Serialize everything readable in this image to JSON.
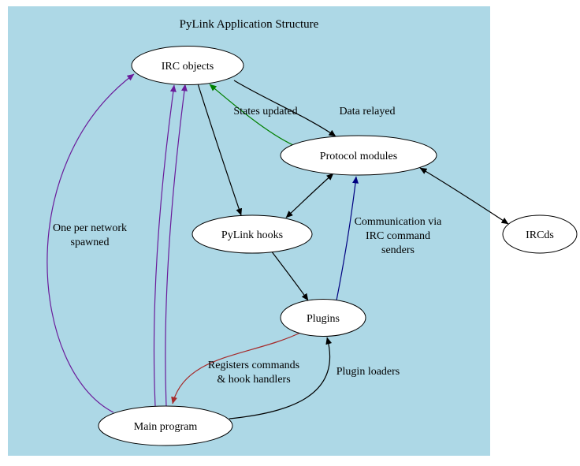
{
  "title": "PyLink Application Structure",
  "nodes": {
    "irc_objects": {
      "label": "IRC objects"
    },
    "protocol_modules": {
      "label": "Protocol modules"
    },
    "pylink_hooks": {
      "label": "PyLink hooks"
    },
    "plugins": {
      "label": "Plugins"
    },
    "main_program": {
      "label": "Main program"
    },
    "ircds": {
      "label": "IRCds"
    }
  },
  "edge_labels": {
    "states_updated": {
      "text": "States updated",
      "color": "#008000"
    },
    "data_relayed": {
      "text": "Data relayed",
      "color": "#000000"
    },
    "one_per_network": {
      "lines": [
        "One per network",
        "spawned"
      ],
      "color": "#6a1b9a"
    },
    "communication_via": {
      "lines": [
        "Communication via",
        "IRC command",
        "senders"
      ],
      "color": "#000080"
    },
    "registers_commands": {
      "lines": [
        "Registers commands",
        "& hook handlers"
      ],
      "color": "#a52a2a"
    },
    "plugin_loaders": {
      "text": "Plugin loaders",
      "color": "#000000"
    }
  },
  "edges": [
    {
      "from": "IRC objects",
      "to": "Protocol modules",
      "label": "Data relayed",
      "color": "#000000",
      "bidirectional": false
    },
    {
      "from": "Protocol modules",
      "to": "IRC objects",
      "label": "States updated",
      "color": "#008000",
      "bidirectional": false
    },
    {
      "from": "IRC objects",
      "to": "PyLink hooks",
      "label": "",
      "color": "#000000",
      "bidirectional": false
    },
    {
      "from": "Protocol modules",
      "to": "PyLink hooks",
      "label": "",
      "color": "#000000",
      "bidirectional": true
    },
    {
      "from": "PyLink hooks",
      "to": "Plugins",
      "label": "",
      "color": "#000000",
      "bidirectional": false
    },
    {
      "from": "Protocol modules",
      "to": "IRCds",
      "label": "",
      "color": "#000000",
      "bidirectional": true
    },
    {
      "from": "Plugins",
      "to": "Protocol modules",
      "label": "Communication via IRC command senders",
      "color": "#000080",
      "bidirectional": false
    },
    {
      "from": "Main program",
      "to": "IRC objects",
      "label": "One per network spawned",
      "color": "#6a1b9a",
      "bidirectional": false
    },
    {
      "from": "Main program",
      "to": "IRC objects",
      "label": "",
      "color": "#6a1b9a",
      "bidirectional": false
    },
    {
      "from": "Main program",
      "to": "IRC objects",
      "label": "",
      "color": "#6a1b9a",
      "bidirectional": false
    },
    {
      "from": "Plugins",
      "to": "Main program",
      "label": "Registers commands & hook handlers",
      "color": "#a52a2a",
      "bidirectional": false
    },
    {
      "from": "Main program",
      "to": "Plugins",
      "label": "Plugin loaders",
      "color": "#000000",
      "bidirectional": false
    }
  ],
  "colors": {
    "background": "#add8e6",
    "page": "#ffffff",
    "node_fill": "#ffffff",
    "node_stroke": "#000000",
    "edge_black": "#000000",
    "edge_green": "#008000",
    "edge_navy": "#000080",
    "edge_purple": "#6a1b9a",
    "edge_red": "#a52a2a"
  }
}
